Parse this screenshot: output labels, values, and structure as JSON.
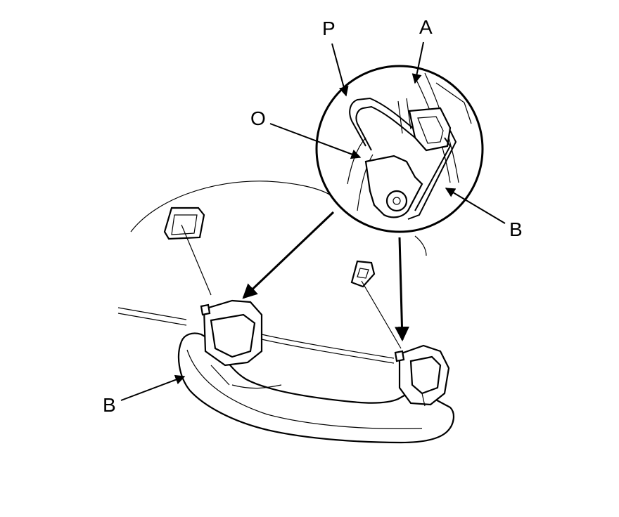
{
  "labels": {
    "p": "P",
    "a": "A",
    "o": "O",
    "b_detail": "B",
    "b_handle": "B"
  },
  "colors": {
    "ink": "#000000",
    "paper": "#ffffff"
  }
}
